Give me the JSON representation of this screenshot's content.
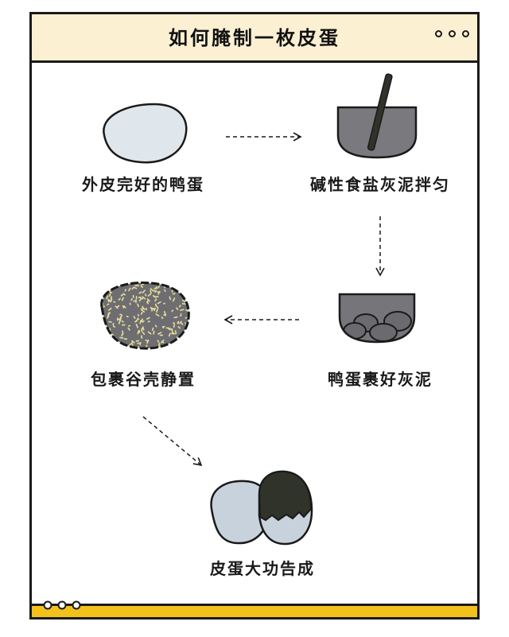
{
  "header": {
    "title": "如何腌制一枚皮蛋"
  },
  "steps": [
    {
      "label": "外皮完好的鸭蛋"
    },
    {
      "label": "碱性食盐灰泥拌匀"
    },
    {
      "label": "鸭蛋裹好灰泥"
    },
    {
      "label": "包裹谷壳静置"
    },
    {
      "label": "皮蛋大功告成"
    }
  ],
  "colors": {
    "header_bg": "#fbf0d2",
    "footer_bar": "#f3c21a",
    "egg_fill": "#dfe6ec",
    "mud_gray": "#6b6b6f",
    "dark_egg": "#2f3329",
    "husk": "#e8dd9a"
  }
}
